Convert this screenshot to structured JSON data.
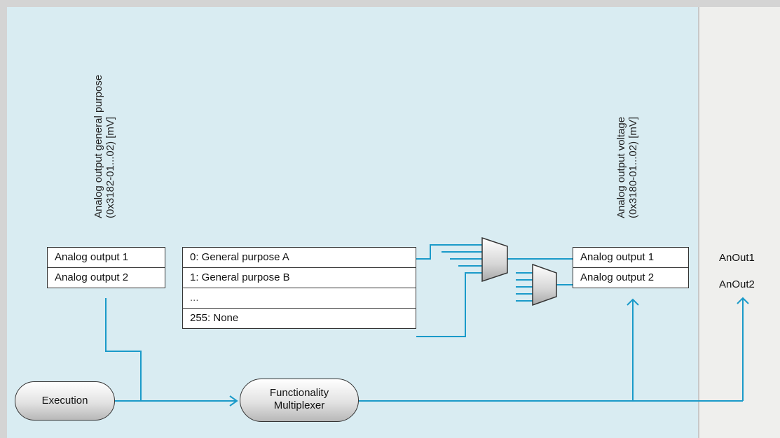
{
  "labels": {
    "general_purpose": [
      "Analog output general purpose",
      "(0x3182-01...02) [mV]"
    ],
    "output_voltage": [
      "Analog output voltage",
      "(0x3180-01...02) [mV]"
    ]
  },
  "general_purpose_box": [
    "Analog output 1",
    "Analog output 2"
  ],
  "selector_box": [
    "0: General purpose A",
    "1: General purpose B",
    "...",
    "255: None"
  ],
  "voltage_box": [
    "Analog output 1",
    "Analog output 2"
  ],
  "outputs": [
    "AnOut1",
    "AnOut2"
  ],
  "execution": "Execution",
  "multiplexer": [
    "Functionality",
    "Multiplexer"
  ],
  "colors": {
    "wire": "#1a9ac9",
    "panel": "#d9ecf2",
    "right_panel": "#efefed",
    "border": "#333333"
  }
}
